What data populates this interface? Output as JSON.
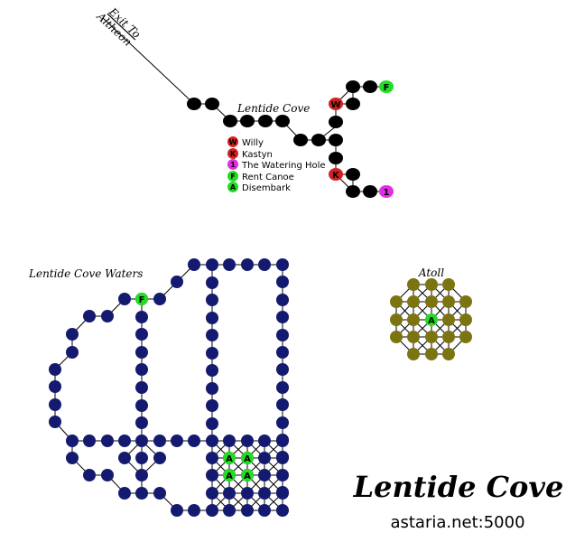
{
  "map": {
    "title": "Lentide Cove",
    "server": "astaria.net:5000",
    "exit_label_line1": "Exit To",
    "exit_label_line2": "Altheon",
    "areas": {
      "cove": "Lentide Cove",
      "waters": "Lentide Cove Waters",
      "atoll": "Atoll"
    },
    "legend": [
      {
        "marker": "W",
        "label": "Willy",
        "color": "#d42020"
      },
      {
        "marker": "K",
        "label": "Kastyn",
        "color": "#d42020"
      },
      {
        "marker": "1",
        "label": "The Watering Hole",
        "color": "#e22ee2"
      },
      {
        "marker": "F",
        "label": "Rent Canoe",
        "color": "#22dd22"
      },
      {
        "marker": "A",
        "label": "Disembark",
        "color": "#22dd22"
      }
    ],
    "markers_on_map": {
      "w": "W",
      "k": "K",
      "f": "F",
      "one": "1",
      "a": "A"
    },
    "colors": {
      "land_node": "#000000",
      "water_node": "#141a70",
      "atoll_node": "#7b7410",
      "red_marker": "#d42020",
      "green_marker": "#22dd22",
      "magenta_marker": "#e22ee2"
    }
  }
}
